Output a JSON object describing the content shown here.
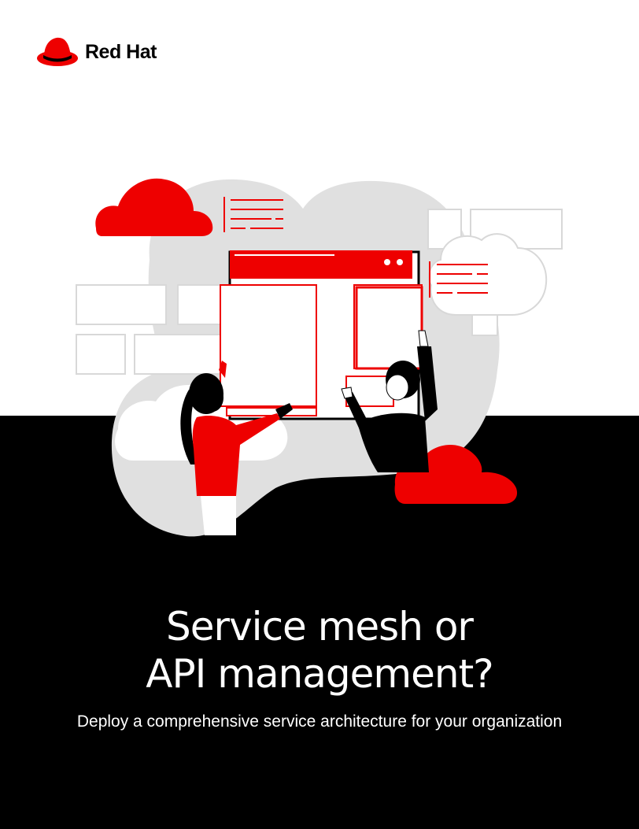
{
  "brand": {
    "name": "Red Hat",
    "accent_color": "#ee0000",
    "logo_icon": "fedora-hat-icon"
  },
  "cover": {
    "title_line1": "Service mesh or",
    "title_line2": "API management?",
    "subtitle": "Deploy a comprehensive service architecture for your organization",
    "illustration_icon": "people-assembling-cloud-app-illustration"
  }
}
